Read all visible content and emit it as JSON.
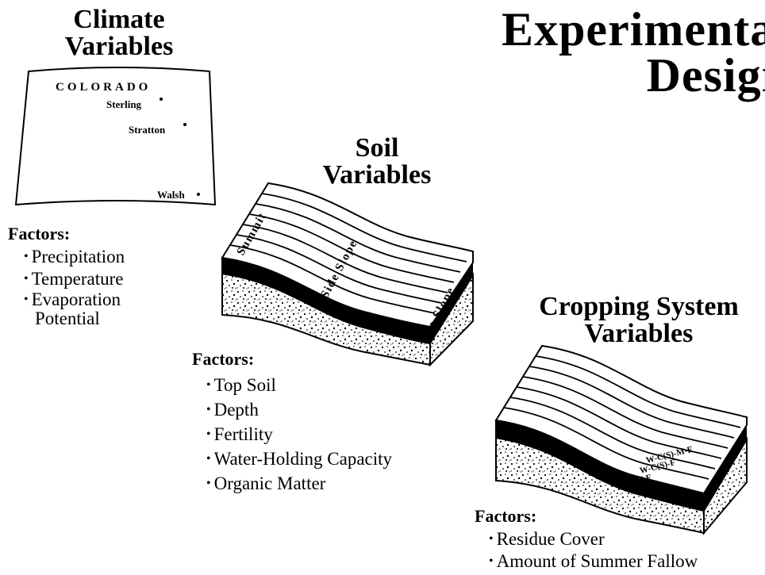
{
  "title": {
    "line1": "Experimental",
    "line2": "Design"
  },
  "climate": {
    "heading_line1": "Climate",
    "heading_line2": "Variables",
    "map": {
      "state": "COLORADO",
      "cities": [
        "Sterling",
        "Stratton",
        "Walsh"
      ]
    },
    "factors_label": "Factors:",
    "factors": [
      "Precipitation",
      "Temperature",
      "Evaporation Potential"
    ]
  },
  "soil": {
    "heading_line1": "Soil",
    "heading_line2": "Variables",
    "slope_labels": [
      "Summit",
      "Side Slope",
      "Toe Slope"
    ],
    "factors_label": "Factors:",
    "factors": [
      "Top Soil",
      "Depth",
      "Fertility",
      "Water-Holding Capacity",
      "Organic Matter"
    ]
  },
  "cropping": {
    "heading_line1": "Cropping System",
    "heading_line2": "Variables",
    "systems": [
      "W-C(S)-M-F",
      "W-C(S)-F",
      "W-F"
    ],
    "factors_label": "Factors:",
    "factors": [
      "Residue Cover",
      "Amount of Summer Fallow"
    ]
  }
}
